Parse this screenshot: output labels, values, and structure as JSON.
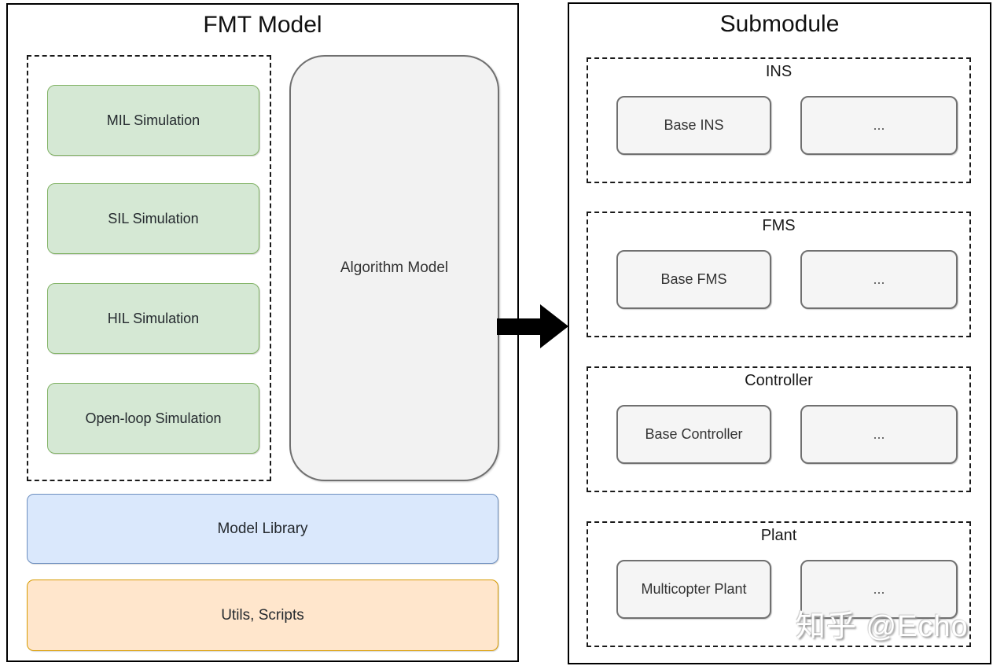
{
  "left_panel": {
    "title": "FMT Model",
    "simulations": [
      {
        "label": "MIL Simulation"
      },
      {
        "label": "SIL Simulation"
      },
      {
        "label": "HIL Simulation"
      },
      {
        "label": "Open-loop Simulation"
      }
    ],
    "algorithm_model_label": "Algorithm Model",
    "model_library_label": "Model Library",
    "utils_scripts_label": "Utils, Scripts"
  },
  "right_panel": {
    "title": "Submodule",
    "groups": [
      {
        "name": "INS",
        "base_label": "Base INS",
        "more_label": "..."
      },
      {
        "name": "FMS",
        "base_label": "Base FMS",
        "more_label": "..."
      },
      {
        "name": "Controller",
        "base_label": "Base Controller",
        "more_label": "..."
      },
      {
        "name": "Plant",
        "base_label": "Multicopter Plant",
        "more_label": "..."
      }
    ]
  },
  "watermark_text": "知乎 @Echo",
  "colors": {
    "sim_fill": "#d5e8d4",
    "sim_border": "#82b366",
    "library_fill": "#dae8fc",
    "library_border": "#6c8ebf",
    "utils_fill": "#ffe6cc",
    "utils_border": "#d79b00",
    "submodule_fill": "#f5f5f5",
    "submodule_border": "#707070",
    "panel_border": "#000000",
    "arrow": "#000000"
  }
}
